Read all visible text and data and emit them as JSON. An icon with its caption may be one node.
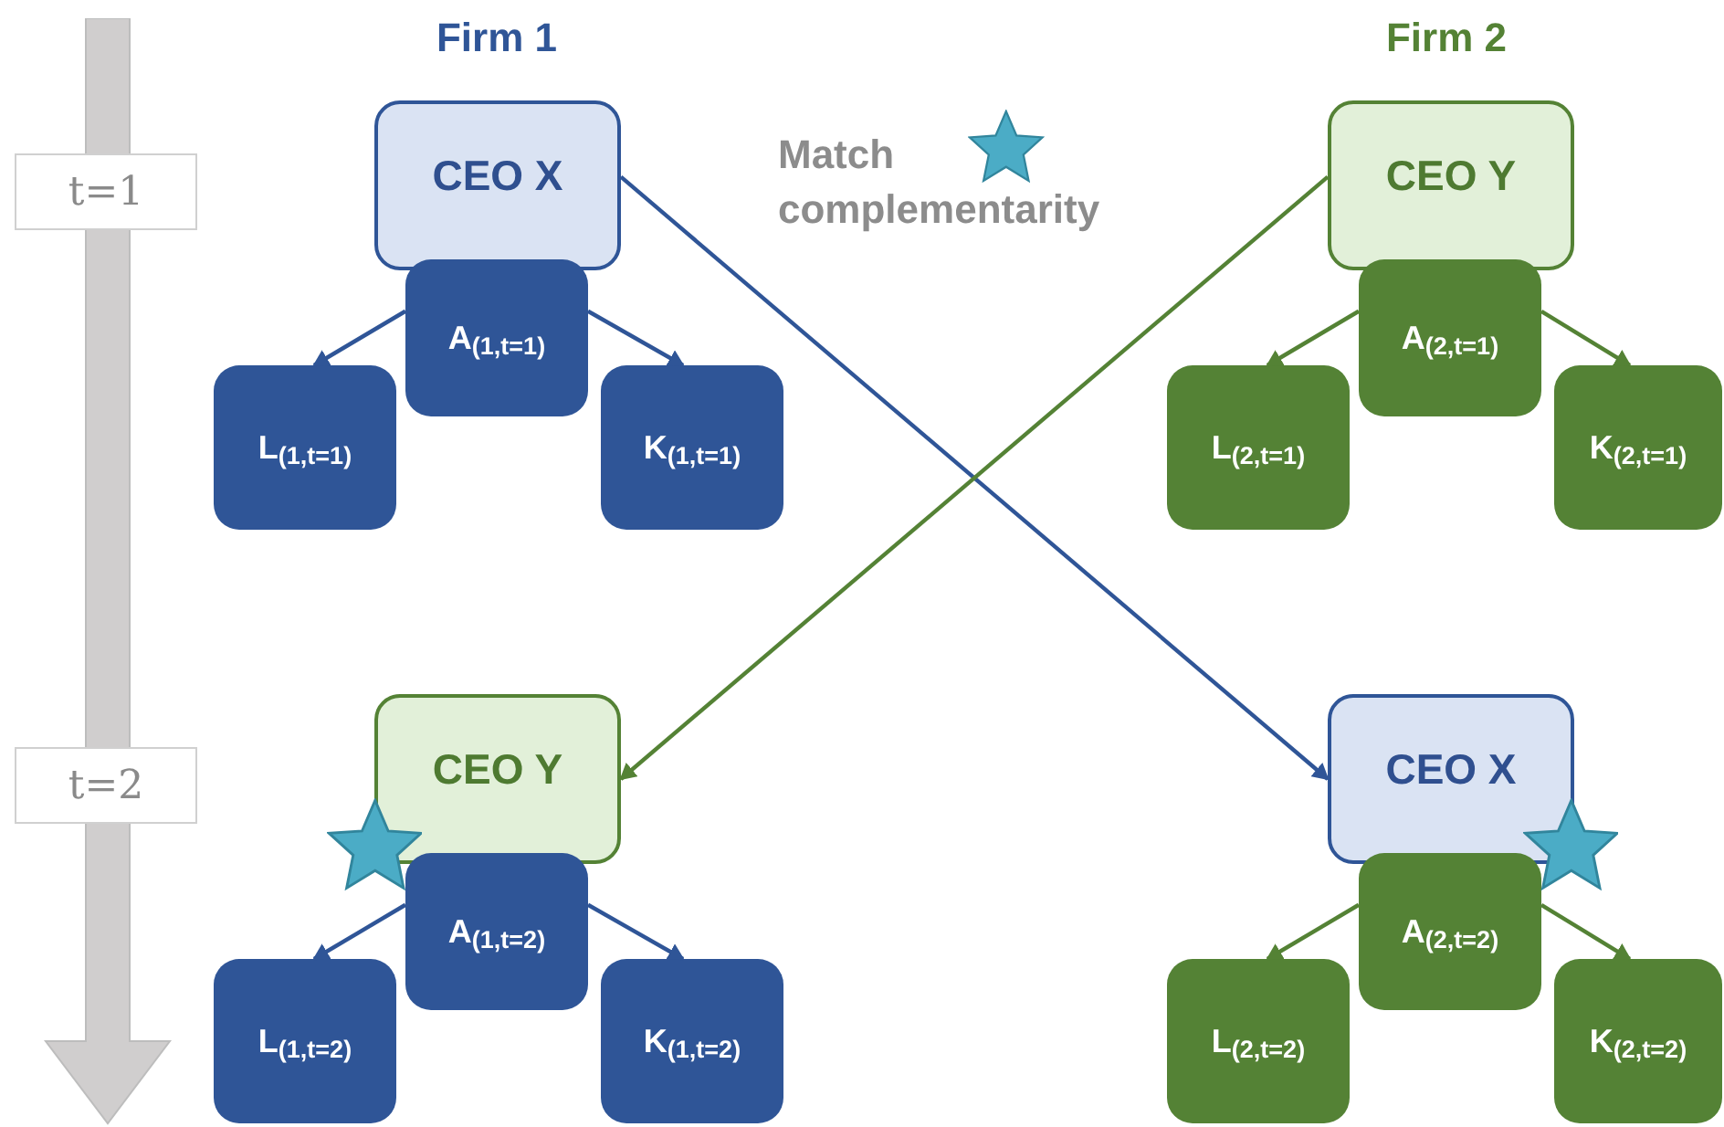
{
  "diagram": {
    "nodes": [
      {
        "text": [
          "CEO X"
        ]
      },
      {
        "text": [
          "A$_{(1,t=1)}$"
        ]
      },
      {
        "text": [
          "L$_{(1,t=1)}$"
        ]
      },
      {
        "text": [
          "K$_{(1,t=1)}$"
        ]
      },
      {
        "text": [
          "CEO Y"
        ]
      },
      {
        "text": [
          "A$_{(2,t=1)}$"
        ]
      },
      {
        "text": [
          "L$_{(2,t=1)}$"
        ]
      },
      {
        "text": [
          "K$_{(2,t=1)}$"
        ]
      },
      {
        "text": [
          "CEO Y"
        ]
      },
      {
        "text": [
          "A$_{(1,t=2)}$"
        ]
      },
      {
        "text": [
          "L$_{(1,t=2)}$"
        ]
      },
      {
        "text": [
          "K$_{(1,t=2)}$"
        ]
      },
      {
        "text": [
          "CEO X"
        ]
      },
      {
        "text": [
          "A$_{(2,t=2)}$"
        ]
      },
      {
        "text": [
          "L$_{(2,t=2)}$"
        ]
      },
      {
        "text": [
          "K$_{(2,t=2)}$"
        ]
      }
    ],
    "edges": [
      {
        "from": 1,
        "to": 2,
        "arrow": "to",
        "color": "#2f5597"
      },
      {
        "from": 1,
        "to": 3,
        "arrow": "to",
        "color": "#2f5597"
      },
      {
        "from": 5,
        "to": 6,
        "arrow": "to",
        "color": "#548235"
      },
      {
        "from": 5,
        "to": 7,
        "arrow": "to",
        "color": "#548235"
      },
      {
        "from": 0,
        "to": 12,
        "arrow": "to",
        "color": "#2f5597"
      },
      {
        "from": 4,
        "to": 8,
        "arrow": "to",
        "color": "#548235"
      },
      {
        "from": 9,
        "to": 10,
        "arrow": "to",
        "color": "#2f5597"
      },
      {
        "from": 9,
        "to": 11,
        "arrow": "to",
        "color": "#2f5597"
      },
      {
        "from": 13,
        "to": 14,
        "arrow": "to",
        "color": "#548235"
      },
      {
        "from": 13,
        "to": 15,
        "arrow": "to",
        "color": "#548235"
      }
    ],
    "labels": [
      "Firm 1",
      "Firm 2",
      "t=1",
      "Match complementarity",
      "t=2"
    ]
  }
}
